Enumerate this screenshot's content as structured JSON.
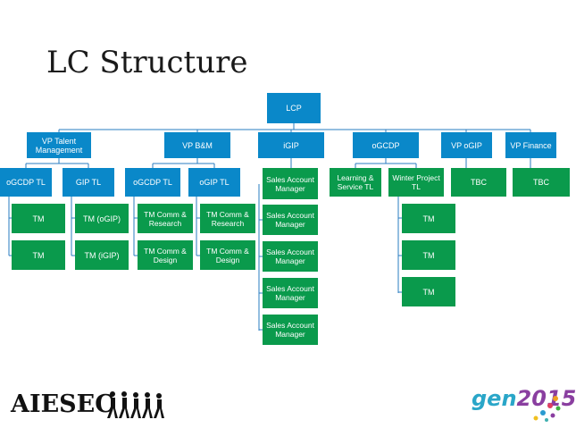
{
  "slide": {
    "title": "LC Structure",
    "logo_text": "AIESEC",
    "brand_text": "gen",
    "brand_year": "2015"
  },
  "colors": {
    "blue": "#0a88c9",
    "green": "#0a9a4c",
    "line": "#2a7cc0"
  },
  "org": {
    "lcp": "LCP",
    "vp": {
      "talent": "VP Talent Management",
      "bm": "VP B&M",
      "igip": "iGIP",
      "ogcdp": "oGCDP",
      "ogip": "VP oGIP",
      "finance": "VP Finance"
    },
    "tl": {
      "ogcdp_tl_1": "oGCDP TL",
      "gip_tl": "GIP TL",
      "ogcdp_tl_2": "oGCDP TL",
      "ogip_tl": "oGIP TL",
      "sales_1": "Sales Account Manager",
      "learning": "Learning & Service TL",
      "winter": "Winter Project TL",
      "tbc_1": "TBC",
      "tbc_2": "TBC"
    },
    "members": {
      "tm_1": "TM",
      "tm_2": "TM",
      "tm_ogip": "TM (oGIP)",
      "tm_igip": "TM (iGIP)",
      "tm_cr_1": "TM Comm & Research",
      "tm_cd_1": "TM Comm & Design",
      "tm_cr_2": "TM Comm & Research",
      "tm_cd_2": "TM Comm & Design",
      "sales_2": "Sales Account Manager",
      "sales_3": "Sales Account Manager",
      "sales_4": "Sales Account Manager",
      "sales_5": "Sales Account Manager",
      "tm_w1": "TM",
      "tm_w2": "TM",
      "tm_w3": "TM"
    }
  }
}
